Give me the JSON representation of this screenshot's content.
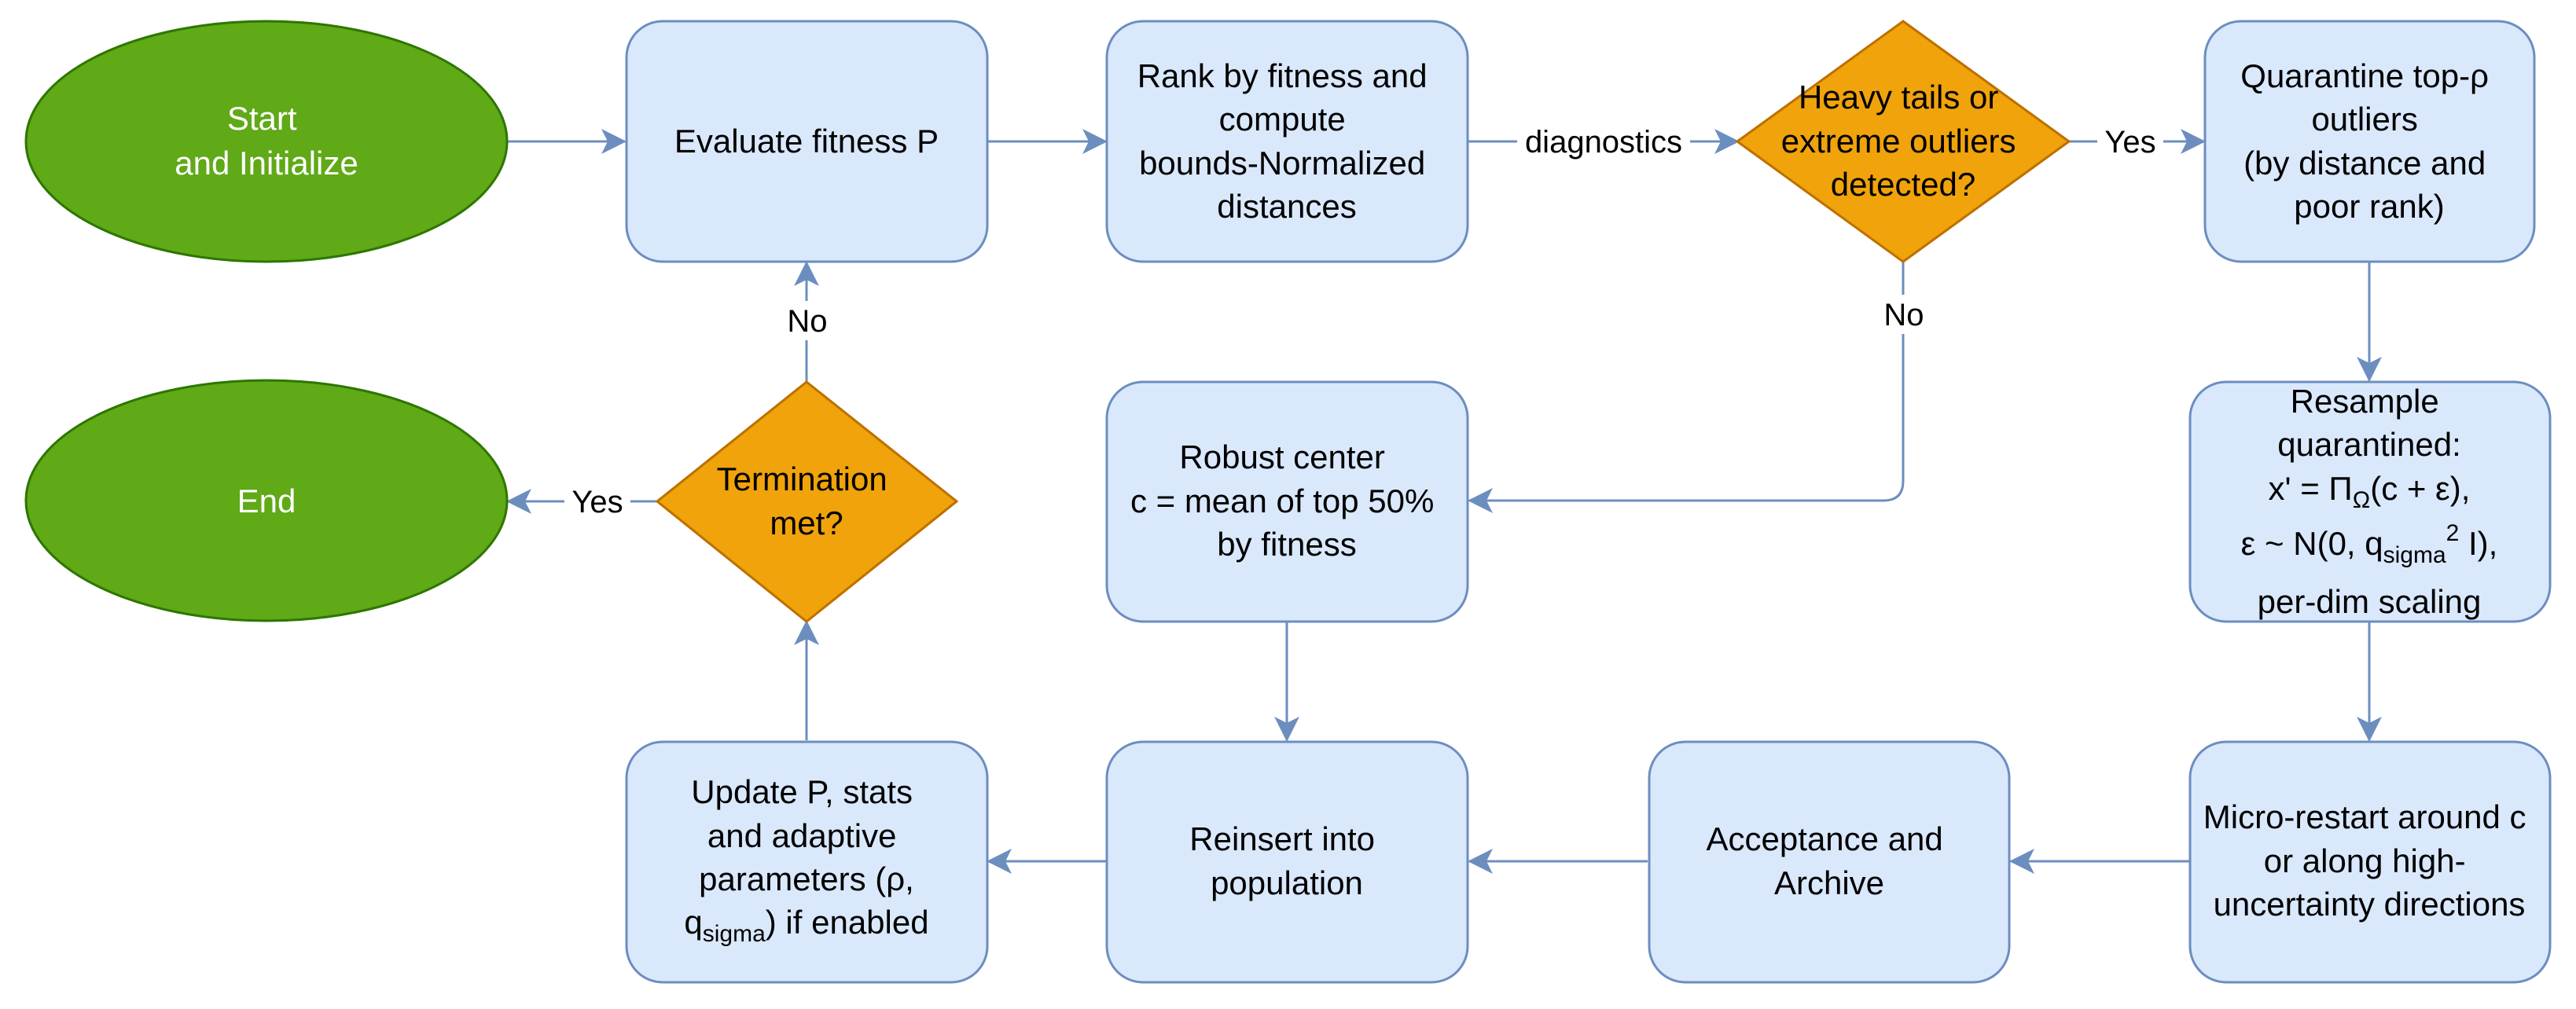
{
  "nodes": {
    "start": [
      "Start",
      "and Initialize"
    ],
    "end": [
      "End"
    ],
    "evaluate": [
      "Evaluate fitness P"
    ],
    "rank": [
      "Rank by fitness and",
      "compute",
      "bounds-Normalized",
      "distances"
    ],
    "heavy_tails": [
      "Heavy tails or",
      "extreme outliers",
      "detected?"
    ],
    "quarantine": [
      "Quarantine top-ρ",
      "outliers",
      "(by distance and",
      "poor rank)"
    ],
    "resample": {
      "line1": "Resample",
      "line2": "quarantined:",
      "line3_pre": "x' = Π",
      "line3_sub": "Ω",
      "line3_post": "(c + ε),",
      "line4_pre": "ε ~ N(0, q",
      "line4_sub": "sigma",
      "line4_sup": "2",
      "line4_post": " I),",
      "line5": "per-dim scaling"
    },
    "robust_center": [
      "Robust center",
      "c = mean of top 50%",
      "by fitness"
    ],
    "termination": [
      "Termination",
      "met?"
    ],
    "micro_restart": [
      "Micro-restart around c",
      "or along high-",
      "uncertainty directions"
    ],
    "acceptance": [
      "Acceptance and",
      "Archive"
    ],
    "reinsert": [
      "Reinsert into",
      "population"
    ],
    "update": {
      "line1": "Update P, stats",
      "line2": "and adaptive",
      "line3": "parameters (ρ,",
      "line4_pre": "q",
      "line4_sub": "sigma",
      "line4_post": ") if enabled"
    }
  },
  "edge_labels": {
    "diagnostics": "diagnostics",
    "yes_quarantine": "Yes",
    "no_robust": "No",
    "no_loop": "No",
    "yes_end": "Yes"
  },
  "colors": {
    "process_fill": "#dae8fc",
    "process_stroke": "#6c8ebf",
    "terminal_fill": "#60a917",
    "terminal_stroke": "#2d7600",
    "decision_fill": "#f0a30a",
    "decision_stroke": "#bd7000",
    "edge": "#6c8ebf"
  }
}
